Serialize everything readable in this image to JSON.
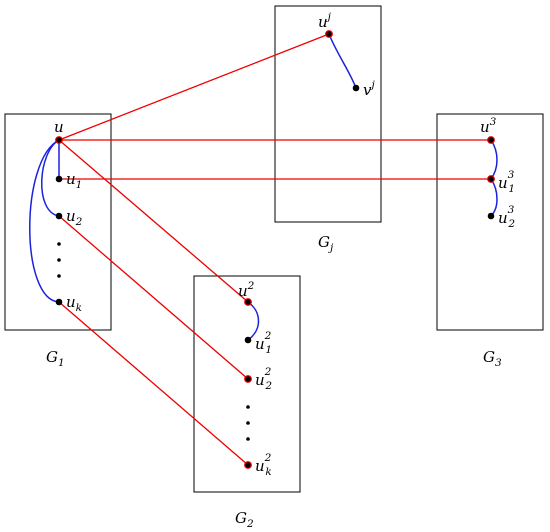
{
  "containers": {
    "g1": "G1",
    "g2": "G2",
    "g3": "G3",
    "gj": "Gj"
  },
  "vertices": {
    "g1": [
      "u",
      "u1",
      "u2",
      "uk"
    ],
    "g2": [
      "u^2",
      "u1^2",
      "u2^2",
      "uk^2"
    ],
    "g3": [
      "u^3",
      "u1^3",
      "u2^3"
    ],
    "gj": [
      "u^j",
      "v^j"
    ]
  },
  "label_parts": {
    "G": "G",
    "u": "u",
    "v": "v",
    "i1": "1",
    "i2": "2",
    "i3": "3",
    "ij": "j",
    "ik": "k"
  },
  "colors": {
    "cross_edges": "#ee0000",
    "internal_edges": "#1a22dd",
    "vertex": "#000000"
  },
  "edges_red": [
    [
      "u",
      "u^j"
    ],
    [
      "u",
      "u^3"
    ],
    [
      "u1",
      "u1^3"
    ],
    [
      "u",
      "u^2"
    ],
    [
      "u2",
      "u2^2"
    ],
    [
      "uk",
      "uk^2"
    ]
  ],
  "edges_blue": [
    [
      "u",
      "u1"
    ],
    [
      "u",
      "u2"
    ],
    [
      "u",
      "uk"
    ],
    [
      "u^j",
      "v^j"
    ],
    [
      "u^2",
      "u1^2"
    ],
    [
      "u^3",
      "u1^3"
    ],
    [
      "u1^3",
      "u2^3"
    ]
  ]
}
